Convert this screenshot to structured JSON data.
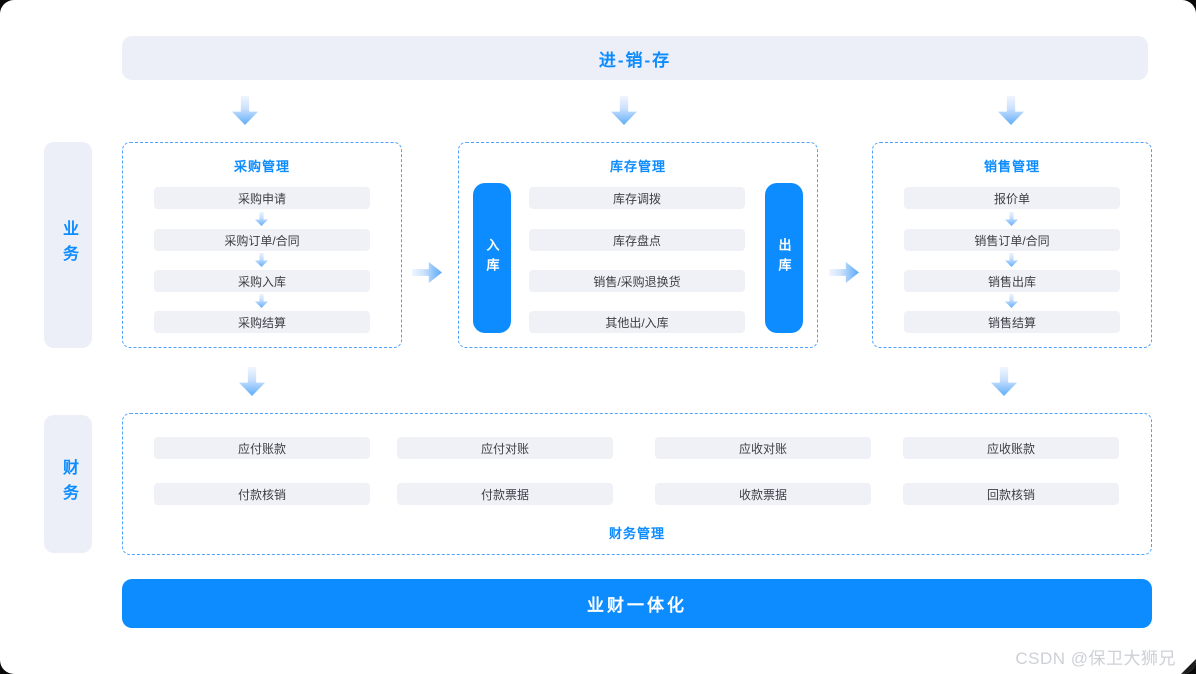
{
  "page": {
    "top_banner": "进-销-存",
    "bottom_banner": "业财一体化",
    "watermark": "CSDN @保卫大狮兄"
  },
  "sidebar": {
    "business_label": "业务",
    "finance_label": "财务"
  },
  "purchase": {
    "title": "采购管理",
    "items": [
      "采购申请",
      "采购订单/合同",
      "采购入库",
      "采购结算"
    ]
  },
  "inventory": {
    "title": "库存管理",
    "inbound_label": "入库",
    "outbound_label": "出库",
    "items": [
      "库存调拨",
      "库存盘点",
      "销售/采购退换货",
      "其他出/入库"
    ]
  },
  "sales": {
    "title": "销售管理",
    "items": [
      "报价单",
      "销售订单/合同",
      "销售出库",
      "销售结算"
    ]
  },
  "finance": {
    "title": "财务管理",
    "row1": [
      "应付账款",
      "应付对账",
      "应收对账",
      "应收账款"
    ],
    "row2": [
      "付款核销",
      "付款票据",
      "收款票据",
      "回款核销"
    ]
  },
  "colors": {
    "accent_blue": "#0d8cff",
    "dashed_border_blue": "#4da2ff",
    "panel_lavender": "#edeff8",
    "item_gray": "#f0f1f6",
    "banner_text_white": "#ffffff"
  }
}
